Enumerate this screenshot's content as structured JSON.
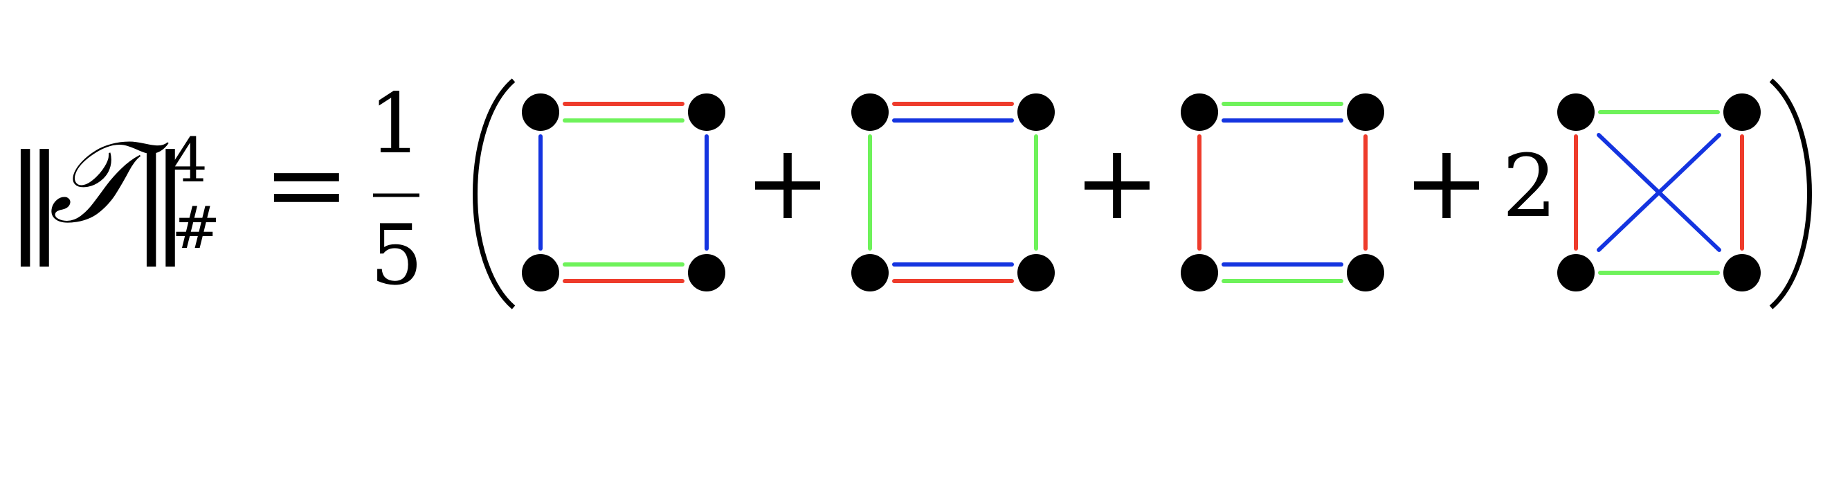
{
  "formula": {
    "lhs": {
      "norm_bar": "‖",
      "symbol": "𝒯",
      "exponent": "4",
      "subscript": "#"
    },
    "equals": "=",
    "coefficient": {
      "numerator": "1",
      "denominator": "5"
    },
    "paren_open": "(",
    "paren_close": ")",
    "plus": "+",
    "last_multiplier": "2"
  },
  "colors": {
    "red": "#ee3b2b",
    "green": "#6ef25a",
    "blue": "#1434e0",
    "vertex": "#000000"
  },
  "diagrams": [
    {
      "top_edges": [
        "red",
        "green"
      ],
      "bottom_edges": [
        "green",
        "red"
      ],
      "left_edge": "blue",
      "right_edge": "blue",
      "diagonals": null
    },
    {
      "top_edges": [
        "red",
        "blue"
      ],
      "bottom_edges": [
        "blue",
        "red"
      ],
      "left_edge": "green",
      "right_edge": "green",
      "diagonals": null
    },
    {
      "top_edges": [
        "green",
        "blue"
      ],
      "bottom_edges": [
        "blue",
        "green"
      ],
      "left_edge": "red",
      "right_edge": "red",
      "diagonals": null
    },
    {
      "top_edges": [
        "green"
      ],
      "bottom_edges": [
        "green"
      ],
      "left_edge": "red",
      "right_edge": "red",
      "diagonals": "blue"
    }
  ]
}
